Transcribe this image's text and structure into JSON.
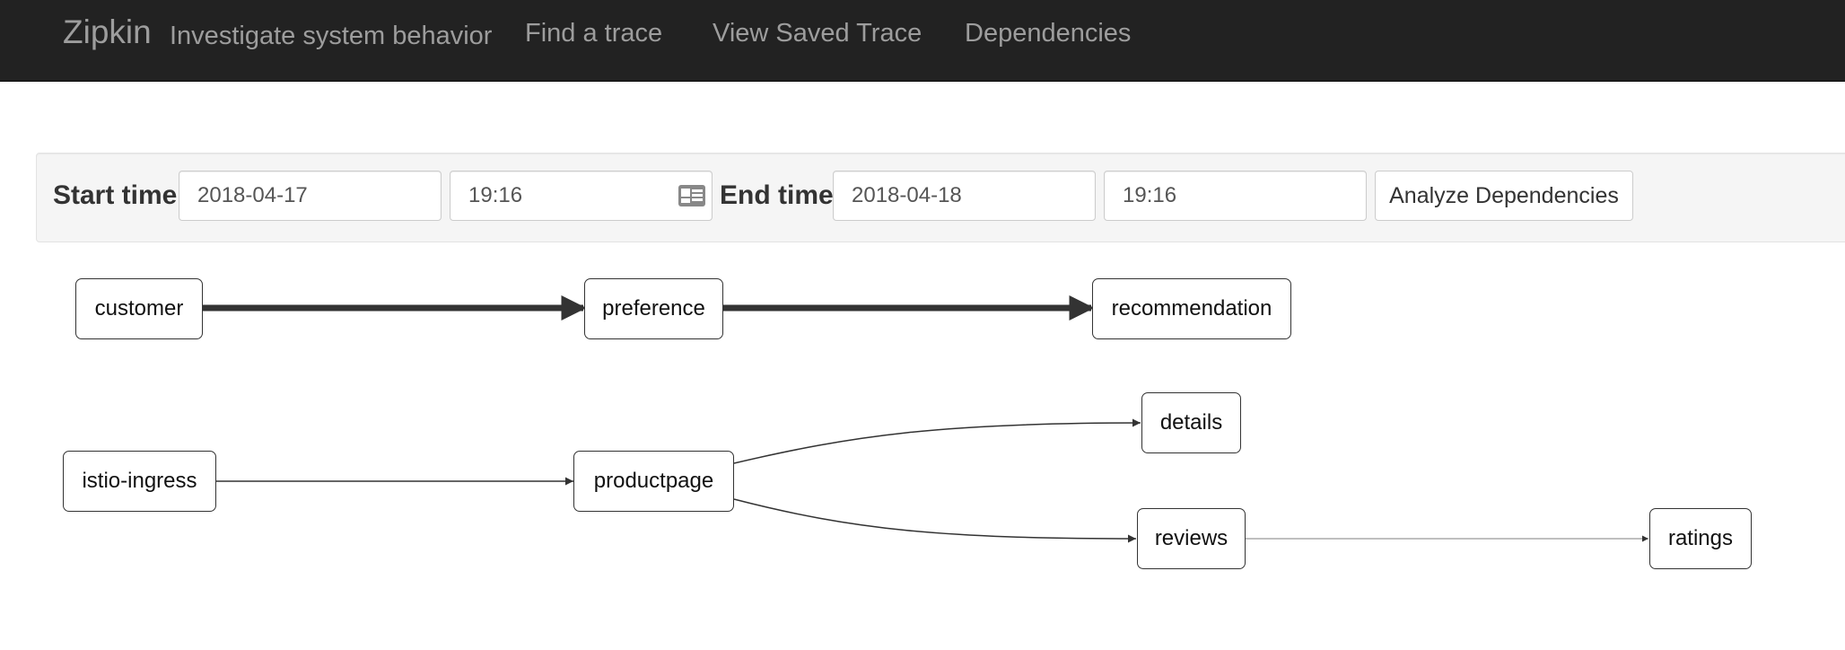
{
  "navbar": {
    "brand": "Zipkin",
    "tagline": "Investigate system behavior",
    "links": [
      "Find a trace",
      "View Saved Trace",
      "Dependencies"
    ]
  },
  "filters": {
    "start_label": "Start time",
    "start_date": "2018-04-17",
    "start_time": "19:16",
    "end_label": "End time",
    "end_date": "2018-04-18",
    "end_time": "19:16",
    "analyze_label": "Analyze Dependencies"
  },
  "graph": {
    "nodes": [
      "customer",
      "preference",
      "recommendation",
      "istio-ingress",
      "productpage",
      "details",
      "reviews",
      "ratings"
    ],
    "edges": [
      {
        "from": "customer",
        "to": "preference"
      },
      {
        "from": "preference",
        "to": "recommendation"
      },
      {
        "from": "istio-ingress",
        "to": "productpage"
      },
      {
        "from": "productpage",
        "to": "details"
      },
      {
        "from": "productpage",
        "to": "reviews"
      },
      {
        "from": "reviews",
        "to": "ratings"
      }
    ]
  },
  "colors": {
    "navbar_bg": "#222222",
    "navbar_text": "#9d9d9d",
    "panel_bg": "#f5f5f5",
    "edge": "#333333"
  }
}
